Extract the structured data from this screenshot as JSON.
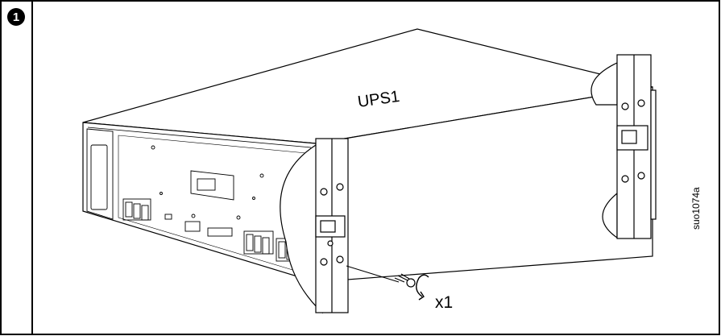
{
  "step": {
    "number": "1"
  },
  "labels": {
    "unit": "UPS1",
    "quantity": "x1",
    "figure_id": "suo1074a"
  },
  "colors": {
    "line": "#000000",
    "background": "#ffffff"
  }
}
